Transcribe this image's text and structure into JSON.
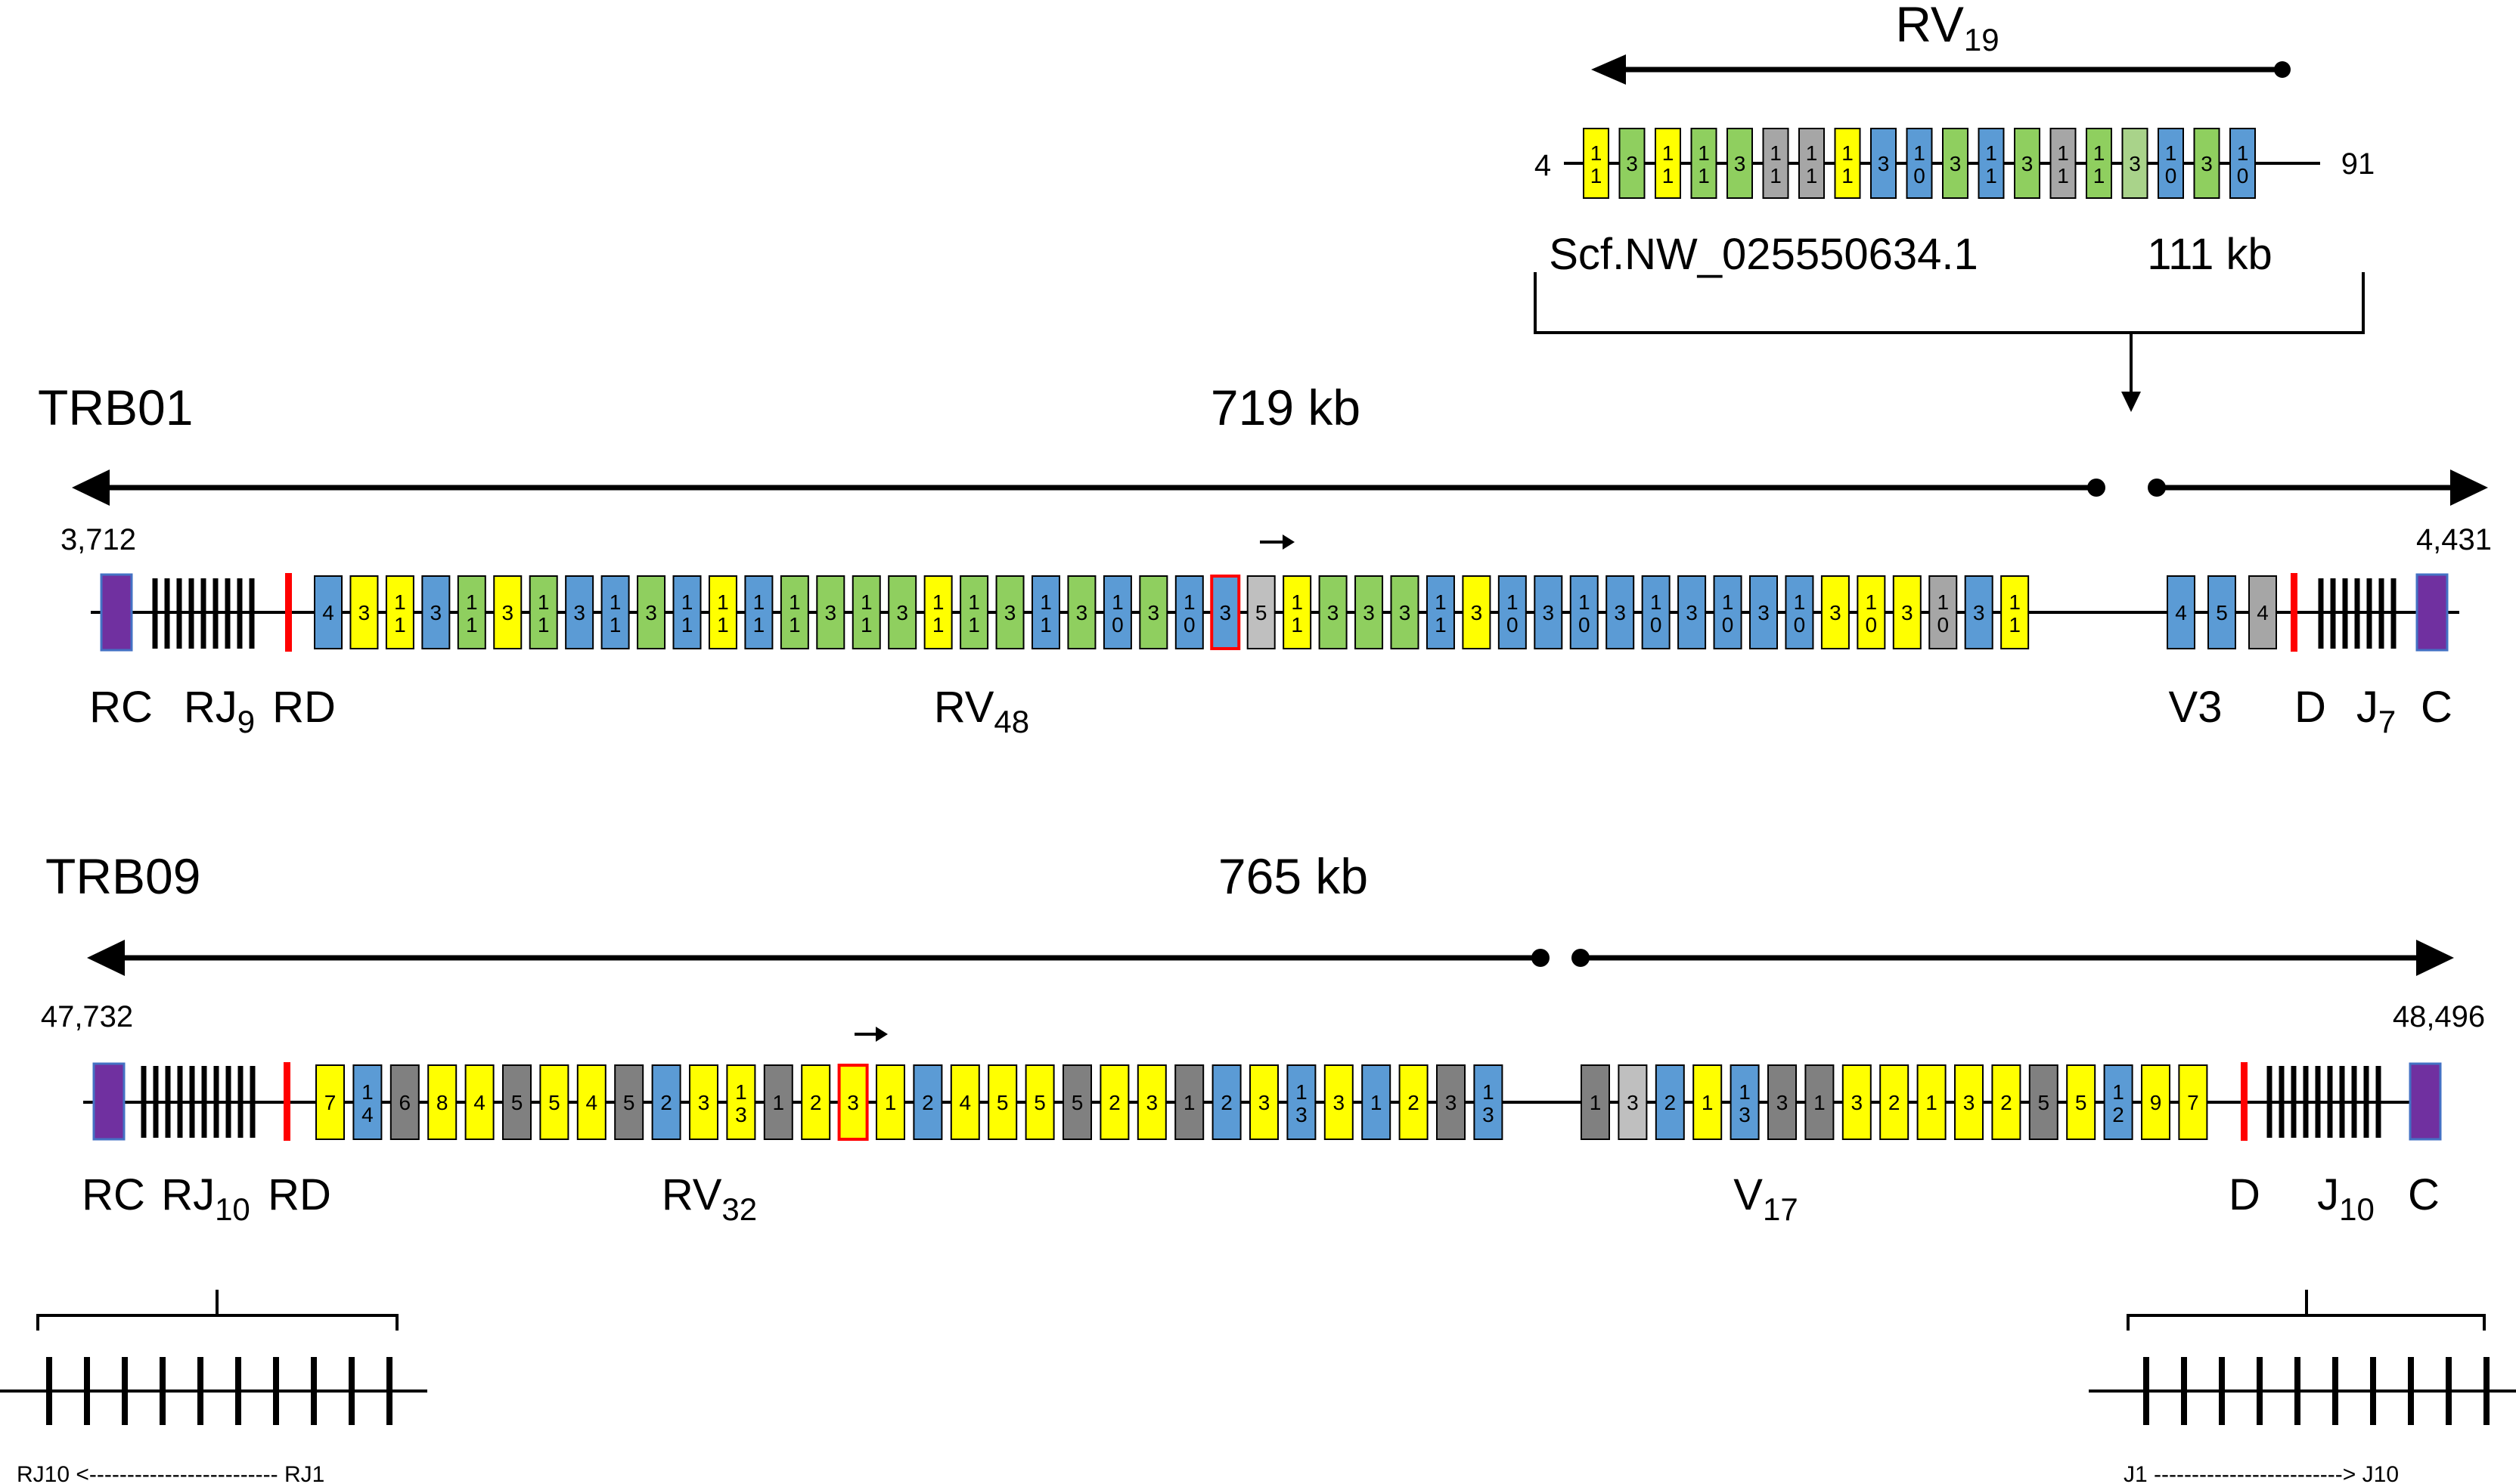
{
  "colors": {
    "yellow": "#ffff00",
    "green": "#8fcf5f",
    "lightgreen": "#a9d38a",
    "blue": "#5b9bd5",
    "gray": "#a6a6a6",
    "lightgray": "#bfbfbf",
    "darkgray": "#808080",
    "purple": "#7030a0",
    "red": "#ff0000"
  },
  "rv19": {
    "title_main": "RV",
    "title_sub": "19",
    "left_num": "4",
    "right_num": "91",
    "scaffold": "Scf.NW_025550634.1",
    "size": "111 kb",
    "segments": [
      {
        "c": "yellow",
        "t": "1/1"
      },
      {
        "c": "green",
        "t": "3"
      },
      {
        "c": "yellow",
        "t": "1/1"
      },
      {
        "c": "green",
        "t": "1/1"
      },
      {
        "c": "green",
        "t": "3"
      },
      {
        "c": "gray",
        "t": "1/1"
      },
      {
        "c": "gray",
        "t": "1/1"
      },
      {
        "c": "yellow",
        "t": "1/1"
      },
      {
        "c": "blue",
        "t": "3"
      },
      {
        "c": "blue",
        "t": "1/0"
      },
      {
        "c": "green",
        "t": "3"
      },
      {
        "c": "blue",
        "t": "1/1"
      },
      {
        "c": "green",
        "t": "3"
      },
      {
        "c": "gray",
        "t": "1/1"
      },
      {
        "c": "green",
        "t": "1/1"
      },
      {
        "c": "lightgreen",
        "t": "3"
      },
      {
        "c": "blue",
        "t": "1/0"
      },
      {
        "c": "green",
        "t": "3"
      },
      {
        "c": "blue",
        "t": "1/0"
      }
    ]
  },
  "trb01": {
    "name": "TRB01",
    "size": "719 kb",
    "start": "3,712",
    "end": "4,431",
    "labels": {
      "rc": "RC",
      "rj": "RJ",
      "rj_sub": "9",
      "rd": "RD",
      "rv": "RV",
      "rv_sub": "48",
      "v3": "V3",
      "d": "D",
      "j": "J",
      "j_sub": "7",
      "c": "C"
    },
    "segments": [
      {
        "c": "blue",
        "t": "4"
      },
      {
        "c": "yellow",
        "t": "3"
      },
      {
        "c": "yellow",
        "t": "1/1"
      },
      {
        "c": "blue",
        "t": "3"
      },
      {
        "c": "green",
        "t": "1/1"
      },
      {
        "c": "yellow",
        "t": "3"
      },
      {
        "c": "green",
        "t": "1/1"
      },
      {
        "c": "blue",
        "t": "3"
      },
      {
        "c": "blue",
        "t": "1/1"
      },
      {
        "c": "green",
        "t": "3"
      },
      {
        "c": "blue",
        "t": "1/1"
      },
      {
        "c": "yellow",
        "t": "1/1"
      },
      {
        "c": "blue",
        "t": "1/1"
      },
      {
        "c": "green",
        "t": "1/1"
      },
      {
        "c": "green",
        "t": "3"
      },
      {
        "c": "green",
        "t": "1/1"
      },
      {
        "c": "green",
        "t": "3"
      },
      {
        "c": "yellow",
        "t": "1/1"
      },
      {
        "c": "green",
        "t": "1/1"
      },
      {
        "c": "green",
        "t": "3"
      },
      {
        "c": "blue",
        "t": "1/1"
      },
      {
        "c": "green",
        "t": "3"
      },
      {
        "c": "blue",
        "t": "1/0"
      },
      {
        "c": "green",
        "t": "3"
      },
      {
        "c": "blue",
        "t": "1/0"
      },
      {
        "c": "blue",
        "t": "3",
        "red": true
      },
      {
        "c": "lightgray",
        "t": "5"
      },
      {
        "c": "yellow",
        "t": "1/1"
      },
      {
        "c": "green",
        "t": "3"
      },
      {
        "c": "green",
        "t": "3"
      },
      {
        "c": "green",
        "t": "3"
      },
      {
        "c": "blue",
        "t": "1/1"
      },
      {
        "c": "yellow",
        "t": "3"
      },
      {
        "c": "blue",
        "t": "1/0"
      },
      {
        "c": "blue",
        "t": "3"
      },
      {
        "c": "blue",
        "t": "1/0"
      },
      {
        "c": "blue",
        "t": "3"
      },
      {
        "c": "blue",
        "t": "1/0"
      },
      {
        "c": "blue",
        "t": "3"
      },
      {
        "c": "blue",
        "t": "1/0"
      },
      {
        "c": "blue",
        "t": "3"
      },
      {
        "c": "blue",
        "t": "1/0"
      },
      {
        "c": "yellow",
        "t": "3"
      },
      {
        "c": "yellow",
        "t": "1/0"
      },
      {
        "c": "yellow",
        "t": "3"
      },
      {
        "c": "gray",
        "t": "1/0"
      },
      {
        "c": "blue",
        "t": "3"
      },
      {
        "c": "yellow",
        "t": "1/1"
      }
    ],
    "v3_segments": [
      {
        "c": "blue",
        "t": "4"
      },
      {
        "c": "blue",
        "t": "5"
      },
      {
        "c": "gray",
        "t": "4"
      }
    ]
  },
  "trb09": {
    "name": "TRB09",
    "size": "765 kb",
    "start": "47,732",
    "end": "48,496",
    "labels": {
      "rc": "RC",
      "rj": "RJ",
      "rj_sub": "10",
      "rd": "RD",
      "rv": "RV",
      "rv_sub": "32",
      "v": "V",
      "v_sub": "17",
      "d": "D",
      "j": "J",
      "j_sub": "10",
      "c": "C"
    },
    "rv_segments": [
      {
        "c": "yellow",
        "t": "7"
      },
      {
        "c": "blue",
        "t": "1/4"
      },
      {
        "c": "darkgray",
        "t": "6"
      },
      {
        "c": "yellow",
        "t": "8"
      },
      {
        "c": "yellow",
        "t": "4"
      },
      {
        "c": "darkgray",
        "t": "5"
      },
      {
        "c": "yellow",
        "t": "5"
      },
      {
        "c": "yellow",
        "t": "4"
      },
      {
        "c": "darkgray",
        "t": "5"
      },
      {
        "c": "blue",
        "t": "2"
      },
      {
        "c": "yellow",
        "t": "3"
      },
      {
        "c": "yellow",
        "t": "1/3"
      },
      {
        "c": "darkgray",
        "t": "1"
      },
      {
        "c": "yellow",
        "t": "2"
      },
      {
        "c": "yellow",
        "t": "3",
        "red": true
      },
      {
        "c": "yellow",
        "t": "1"
      },
      {
        "c": "blue",
        "t": "2"
      },
      {
        "c": "yellow",
        "t": "4"
      },
      {
        "c": "yellow",
        "t": "5"
      },
      {
        "c": "yellow",
        "t": "5"
      },
      {
        "c": "darkgray",
        "t": "5"
      },
      {
        "c": "yellow",
        "t": "2"
      },
      {
        "c": "yellow",
        "t": "3"
      },
      {
        "c": "darkgray",
        "t": "1"
      },
      {
        "c": "blue",
        "t": "2"
      },
      {
        "c": "yellow",
        "t": "3"
      },
      {
        "c": "blue",
        "t": "1/3"
      },
      {
        "c": "yellow",
        "t": "3"
      },
      {
        "c": "blue",
        "t": "1"
      },
      {
        "c": "yellow",
        "t": "2"
      },
      {
        "c": "darkgray",
        "t": "3"
      },
      {
        "c": "blue",
        "t": "1/3"
      }
    ],
    "v_segments": [
      {
        "c": "darkgray",
        "t": "1"
      },
      {
        "c": "lightgray",
        "t": "3"
      },
      {
        "c": "blue",
        "t": "2"
      },
      {
        "c": "yellow",
        "t": "1"
      },
      {
        "c": "blue",
        "t": "1/3"
      },
      {
        "c": "darkgray",
        "t": "3"
      },
      {
        "c": "darkgray",
        "t": "1"
      },
      {
        "c": "yellow",
        "t": "3"
      },
      {
        "c": "yellow",
        "t": "2"
      },
      {
        "c": "yellow",
        "t": "1"
      },
      {
        "c": "yellow",
        "t": "3"
      },
      {
        "c": "yellow",
        "t": "2"
      },
      {
        "c": "darkgray",
        "t": "5"
      },
      {
        "c": "yellow",
        "t": "5"
      },
      {
        "c": "blue",
        "t": "1/2"
      },
      {
        "c": "yellow",
        "t": "9"
      },
      {
        "c": "yellow",
        "t": "7"
      }
    ]
  },
  "insets": {
    "left_label": "RJ10 <------------------------- RJ1",
    "right_label": "J1 -------------------------> J10"
  }
}
